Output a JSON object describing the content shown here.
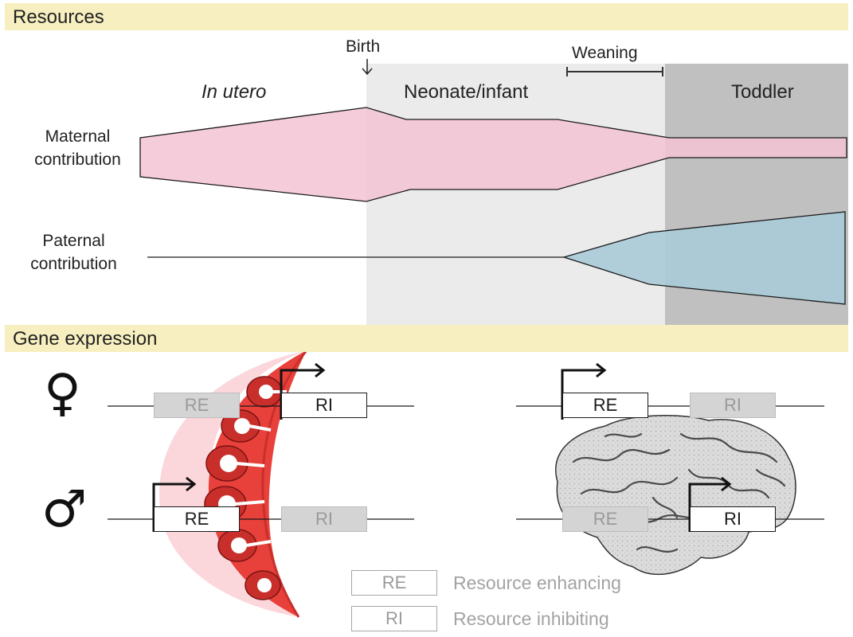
{
  "sections": {
    "resources": "Resources",
    "gene_expression": "Gene expression"
  },
  "timeline": {
    "birth": "Birth",
    "weaning": "Weaning",
    "in_utero": "In utero",
    "neonate": "Neonate/infant",
    "toddler": "Toddler"
  },
  "contributions": {
    "maternal": "Maternal contribution",
    "paternal": "Paternal contribution"
  },
  "genes": {
    "maternal_placenta": {
      "re": "RE",
      "ri": "RI",
      "expressed": "RI"
    },
    "paternal_placenta": {
      "re": "RE",
      "ri": "RI",
      "expressed": "RE"
    },
    "maternal_brain": {
      "re": "RE",
      "ri": "RI",
      "expressed": "RE"
    },
    "paternal_brain": {
      "re": "RE",
      "ri": "RI",
      "expressed": "RI"
    }
  },
  "symbols": {
    "female": "♀",
    "male": "♂"
  },
  "legend": [
    {
      "abbr": "RE",
      "text": "Resource enhancing"
    },
    {
      "abbr": "RI",
      "text": "Resource inhibiting"
    }
  ],
  "colors": {
    "banner": "#f7efbf",
    "maternal_fill": "#f3c3d2",
    "paternal_fill": "#a9cbd8",
    "placenta_red": "#e8403a",
    "neonate_bg": "#ebebeb",
    "toddler_bg": "#c0c0c0"
  }
}
